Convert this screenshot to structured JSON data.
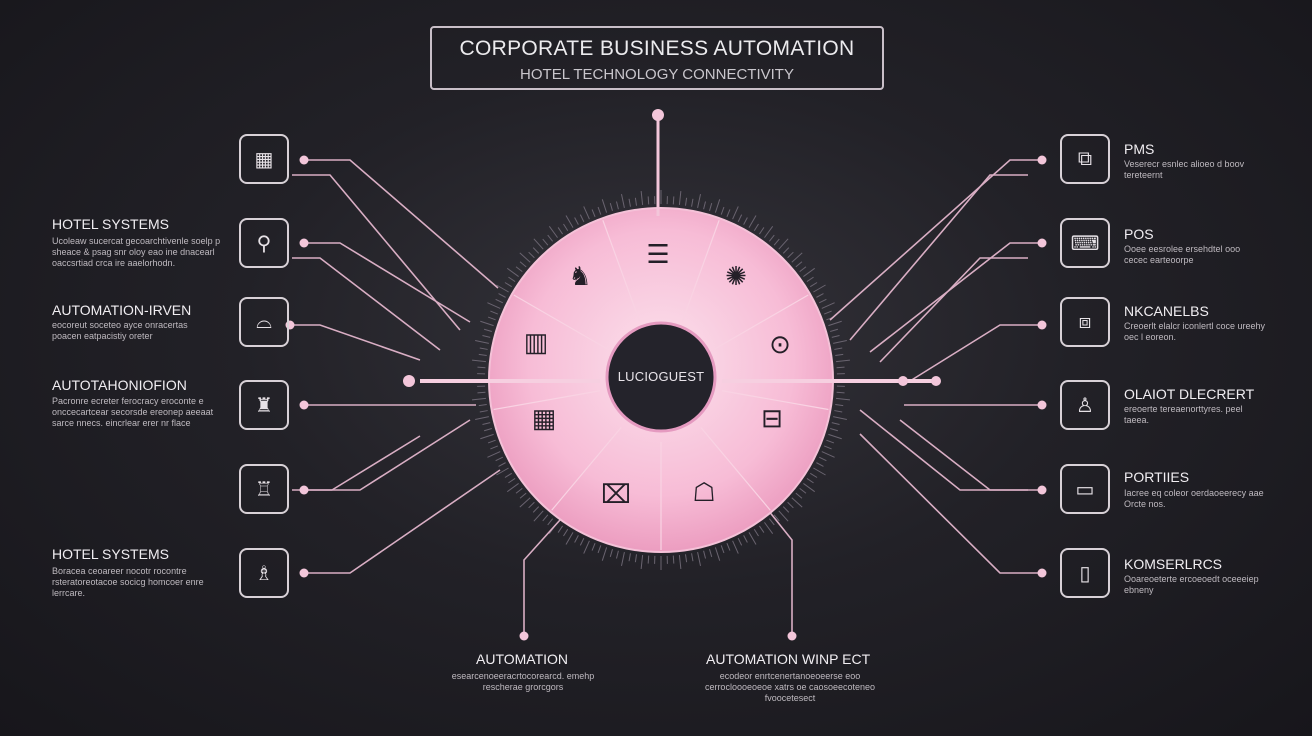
{
  "header": {
    "title": "CORPORATE BUSINESS AUTOMATION",
    "subtitle": "HOTEL TECHNOLOGY CONNECTIVITY"
  },
  "hub": {
    "center_label": "LUCIOGUEST",
    "colors": {
      "disc": "#f7bcd6",
      "center": "#24232b",
      "wire": "#d9aec4"
    }
  },
  "left_items": [
    {
      "icon": "building-icon",
      "glyph": "▦",
      "title": "",
      "desc": ""
    },
    {
      "icon": "tag-icon",
      "glyph": "⚲",
      "title": "HOTEL SYSTEMS",
      "desc": "Ucoleaw sucercat gecoarchtivenle soelp p sheace & psag snr oloy eao ine dnacearl oaccsrtiad crca ire aaelorhodn."
    },
    {
      "icon": "bed-icon",
      "glyph": "⌓",
      "title": "AUTOMATION-IRVEN",
      "desc": "eocoreut soceteo ayce onracertas poacen eatpacistiy oreter"
    },
    {
      "icon": "chef-hat-icon",
      "glyph": "♜",
      "title": "AUTOTAHONIOFION",
      "desc": "Pacronre ecreter ferocracy eroconte e onccecartcear secorsde ereonep aeeaat sarce nnecs. eincrlear erer nr flace"
    },
    {
      "icon": "service-bell-icon",
      "glyph": "♖",
      "title": "",
      "desc": ""
    },
    {
      "icon": "shopping-bag-icon",
      "glyph": "♗",
      "title": "HOTEL SYSTEMS",
      "desc": "Boracea ceoareer nocotr rocontre rsteratoreotacoe socicg homcoer enre lerrcare."
    }
  ],
  "right_items": [
    {
      "icon": "network-map-icon",
      "glyph": "⧉",
      "title": "PMS",
      "desc": "Veserecr esnlec alioeo d boov tereteernt"
    },
    {
      "icon": "payment-terminal-icon",
      "glyph": "⌨",
      "title": "POS",
      "desc": "Ooee eesrolee ersehdtel ooo cecec earteoorpe"
    },
    {
      "icon": "card-reader-icon",
      "glyph": "⧈",
      "title": "NKCANELBS",
      "desc": "Creoerlt elalcr iconlertl coce ureehy oec l eoreon."
    },
    {
      "icon": "person-outline-icon",
      "glyph": "♙",
      "title": "OLAIOT DLECRERT",
      "desc": "ereoerte tereaenorttyres. peel taeea."
    },
    {
      "icon": "ticket-icon",
      "glyph": "▭",
      "title": "PORTIIES",
      "desc": "Iacree eq coleor oerdaoeerecy aae Orcte nos."
    },
    {
      "icon": "phone-book-icon",
      "glyph": "▯",
      "title": "KOMSERLRCS",
      "desc": "Ooareoeterte ercoeoedt oceeeiep ebneny"
    }
  ],
  "bottom_items": [
    {
      "title": "AUTOMATION",
      "desc": "esearcenoeeracrtocorearcd. emehp rescherae grorcgors"
    },
    {
      "title": "AUTOMATION WINP ECT",
      "desc": "ecodeor enrtcenertanoeoeerse eoo cerrocloooeoeoe xatrs oe caosoeecoteneo fvoocetesect"
    }
  ],
  "hub_icons": [
    {
      "name": "concierge-robot-icon",
      "glyph": "♞"
    },
    {
      "name": "menu-card-icon",
      "glyph": "☰"
    },
    {
      "name": "network-cluster-icon",
      "glyph": "✺"
    },
    {
      "name": "hotel-building-icon",
      "glyph": "▥"
    },
    {
      "name": "smart-lock-icon",
      "glyph": "⊙"
    },
    {
      "name": "keypad-icon",
      "glyph": "▦"
    },
    {
      "name": "luggage-icon",
      "glyph": "⊟"
    },
    {
      "name": "door-tag-icon",
      "glyph": "☖"
    },
    {
      "name": "card-terminal-icon",
      "glyph": "⌧"
    }
  ]
}
